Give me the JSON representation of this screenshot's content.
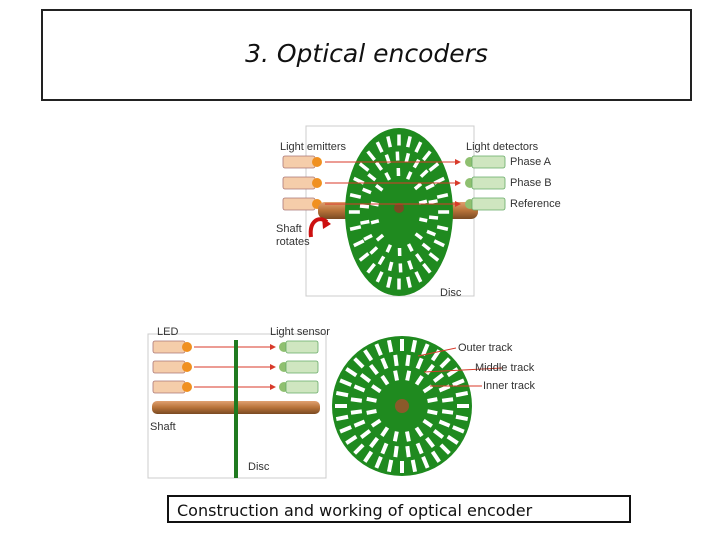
{
  "slide": {
    "title": "3. Optical encoders",
    "caption": "Construction and working of optical encoder"
  },
  "top_diagram": {
    "light_emitters": "Light emitters",
    "light_detectors": "Light detectors",
    "phase_a": "Phase A",
    "phase_b": "Phase B",
    "reference": "Reference",
    "shaft_line1": "Shaft",
    "shaft_line2": "rotates",
    "disc": "Disc"
  },
  "bottom_diagram": {
    "led": "LED",
    "light_sensor": "Light sensor",
    "shaft": "Shaft",
    "disc": "Disc",
    "outer_track": "Outer track",
    "middle_track": "Middle track",
    "inner_track": "Inner track"
  },
  "colors": {
    "disc_green": "#1f8a1f",
    "shaft_copper": "#b8733a",
    "emitter_peach": "#f5cdaa",
    "detector_green": "#cfe6c0",
    "arrow_red": "#d83a2a"
  }
}
